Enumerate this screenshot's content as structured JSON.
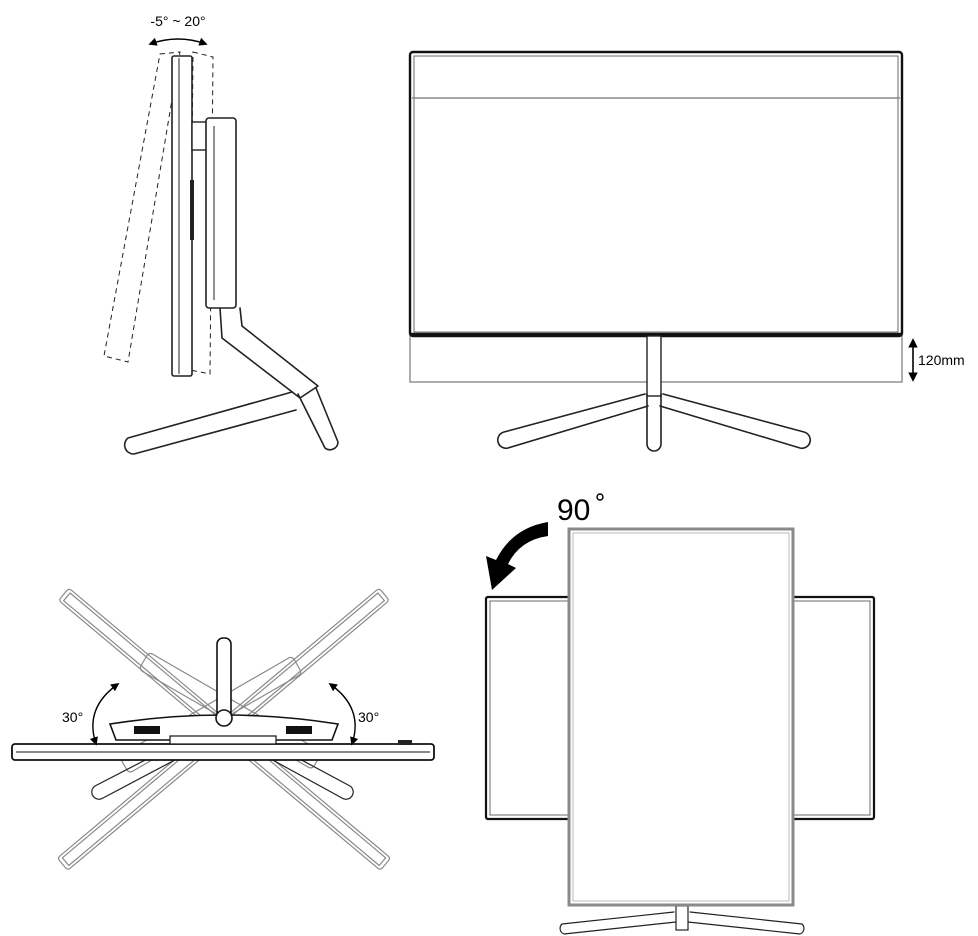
{
  "tilt": {
    "label": "-5° ~ 20°"
  },
  "height": {
    "label": "120mm"
  },
  "swivel": {
    "left_label": "30°",
    "right_label": "30°"
  },
  "pivot": {
    "label": "90"
  },
  "colors": {
    "ink": "#222222",
    "ghost": "#8a8a8a",
    "accent": "#000000"
  }
}
